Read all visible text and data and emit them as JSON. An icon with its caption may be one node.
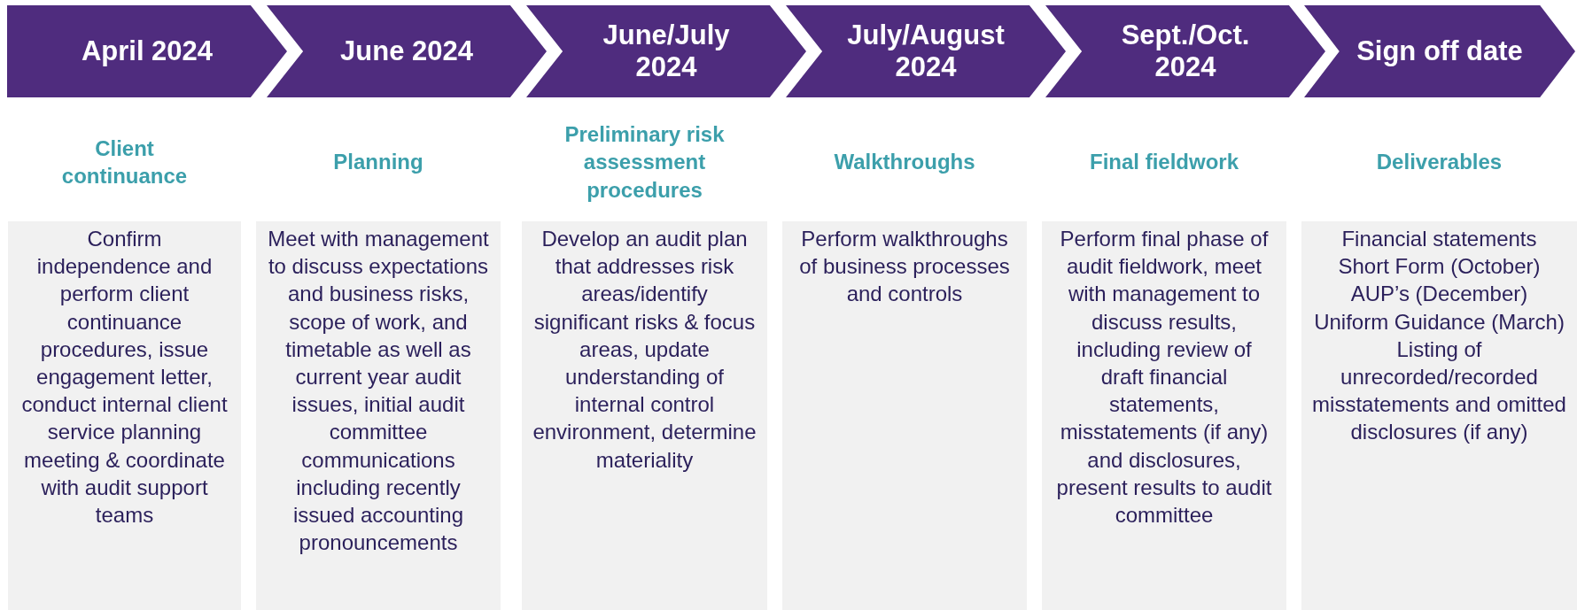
{
  "diagram": {
    "nodes": [
      {
        "text": [
          "April 2024"
        ]
      },
      {
        "text": [
          "June 2024"
        ]
      },
      {
        "text": [
          "June/July 2024"
        ]
      },
      {
        "text": [
          "July/August 2024"
        ]
      },
      {
        "text": [
          "Sept./Oct. 2024"
        ]
      },
      {
        "text": [
          "Sign off date"
        ]
      },
      {
        "text": [
          "Client continuance",
          "Confirm independence and perform client continuance procedures, issue engagement letter, conduct internal client service planning meeting & coordinate with audit support teams"
        ]
      },
      {
        "text": [
          "Planning",
          "Meet with management to discuss expectations and business risks, scope of work, and timetable as well as current year audit issues, initial audit committee communications including recently issued accounting pronouncements"
        ]
      },
      {
        "text": [
          "Preliminary risk assessment procedures",
          "Develop an audit plan that addresses risk areas/identify significant risks & focus areas, update understanding of internal control environment, determine materiality"
        ]
      },
      {
        "text": [
          "Walkthroughs",
          "Perform walkthroughs of business processes and controls"
        ]
      },
      {
        "text": [
          "Final fieldwork",
          "Perform final phase of audit fieldwork, meet with management to discuss results, including review of draft financial statements, misstatements (if any) and disclosures, present results to audit committee"
        ]
      },
      {
        "text": [
          "Deliverables",
          "Financial statements",
          "Short Form (October)",
          "AUP’s (December)",
          "Uniform Guidance (March)",
          "Listing of unrecorded/recorded misstatements and omitted disclosures (if any)"
        ]
      }
    ],
    "edges": []
  }
}
